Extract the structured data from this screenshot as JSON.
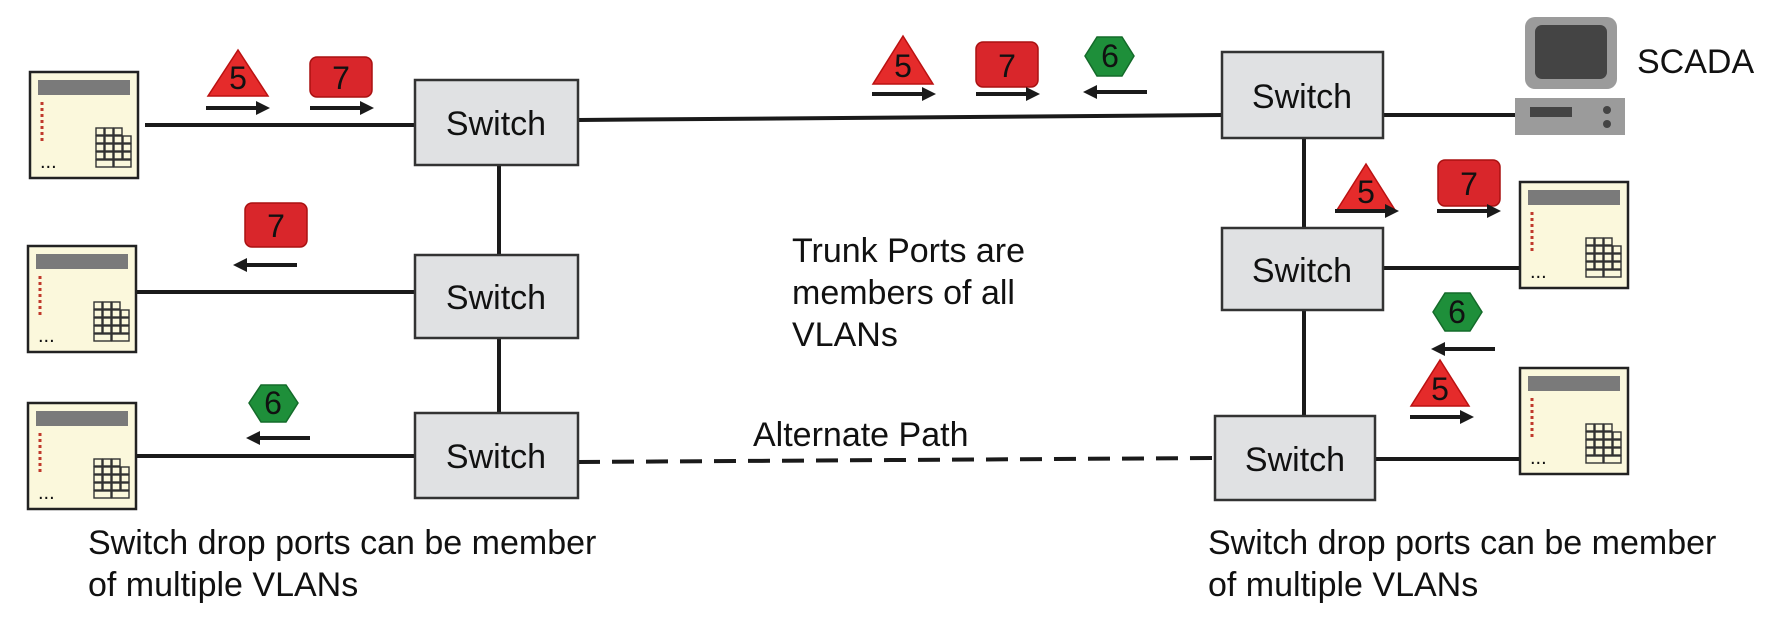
{
  "switch_label": "Switch",
  "scada_label": "SCADA",
  "trunk_note": [
    "Trunk Ports are",
    "members of all",
    "VLANs"
  ],
  "alternate_path_label": "Alternate Path",
  "drop_port_note_left": [
    "Switch drop ports can be member",
    "of multiple VLANs"
  ],
  "drop_port_note_right": [
    "Switch drop ports can be member",
    "of multiple VLANs"
  ],
  "vlan_markers": {
    "triangle": "5",
    "hexagon": "6",
    "square": "7"
  },
  "colors": {
    "switch_fill": "#e0e1e3",
    "line": "#1a1a1a",
    "vlan_5": "#e52b2b",
    "vlan_6": "#1e8f3a",
    "vlan_7": "#d9262b",
    "device_fill": "#fbf8dc",
    "device_bar": "#7a7a7a",
    "device_dots": "#c0392b",
    "scada_gray": "#9b9b9b",
    "scada_screen": "#444444"
  },
  "icons": {
    "device": "plc-device-icon",
    "scada": "computer-workstation-icon",
    "vlan_5": "triangle-icon",
    "vlan_6": "hexagon-icon",
    "vlan_7": "rounded-square-icon",
    "direction": "arrow-icon"
  }
}
